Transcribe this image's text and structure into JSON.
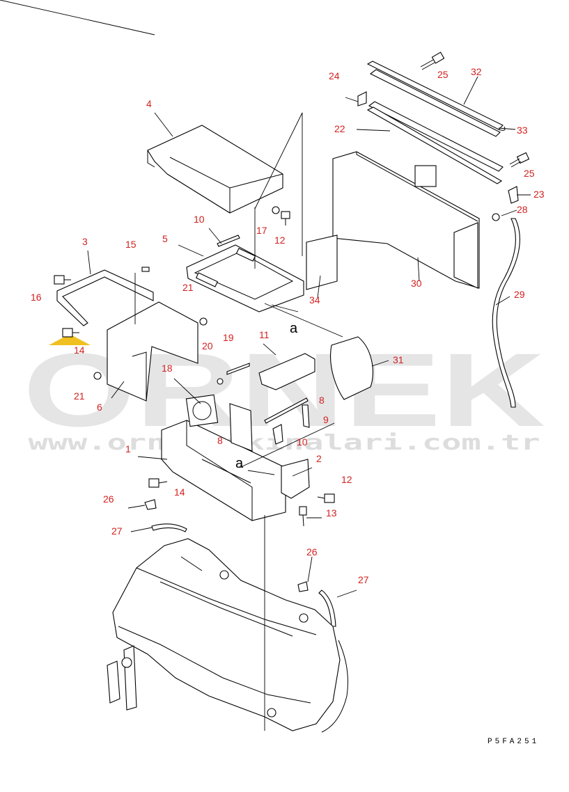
{
  "diagram": {
    "reference_code": "P5FA251",
    "view_marker": "a",
    "accent_color": "#d22020",
    "watermark": {
      "brand": "ORNEK",
      "url": "www.ornekmakinalari.com.tr",
      "logo_color": "#f0c020"
    },
    "callouts": [
      "1",
      "2",
      "3",
      "4",
      "5",
      "6",
      "8",
      "8",
      "9",
      "10",
      "10",
      "11",
      "12",
      "12",
      "13",
      "14",
      "14",
      "15",
      "16",
      "17",
      "18",
      "19",
      "20",
      "21",
      "21",
      "22",
      "23",
      "24",
      "25",
      "25",
      "26",
      "26",
      "27",
      "27",
      "28",
      "29",
      "30",
      "31",
      "32",
      "33",
      "34"
    ]
  }
}
